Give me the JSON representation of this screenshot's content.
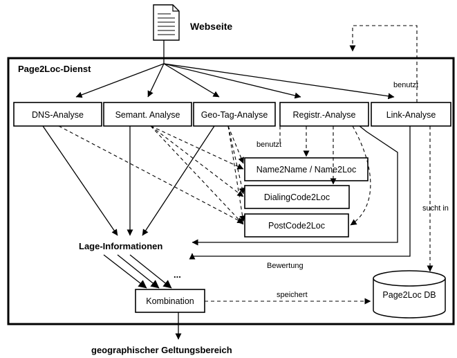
{
  "webpage": {
    "label": "Webseite",
    "icon": "document-icon"
  },
  "service": {
    "title": "Page2Loc-Dienst"
  },
  "analyses": [
    {
      "label": "DNS-Analyse"
    },
    {
      "label": "Semant. Analyse"
    },
    {
      "label": "Geo-Tag-Analyse"
    },
    {
      "label": "Registr.-Analyse"
    },
    {
      "label": "Link-Analyse"
    }
  ],
  "mappings": [
    {
      "label": "Name2Name / Name2Loc"
    },
    {
      "label": "DialingCode2Loc"
    },
    {
      "label": "PostCode2Loc"
    }
  ],
  "nodes": {
    "location_info": "Lage-Informationen",
    "ellipsis": "...",
    "combination": "Kombination",
    "database": "Page2Loc DB",
    "result": "geographischer Geltungsbereich"
  },
  "edge_labels": {
    "uses_top": "benutzt",
    "uses_mid": "benutzt",
    "searches_in": "sucht in",
    "rating": "Bewertung",
    "stores": "speichert"
  }
}
